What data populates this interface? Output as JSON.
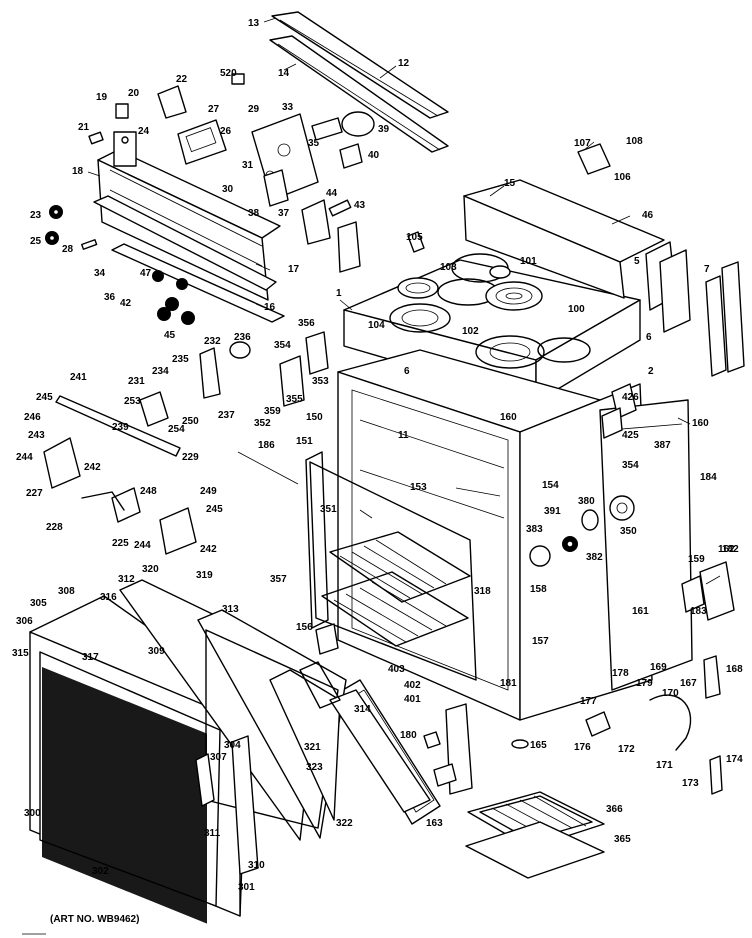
{
  "art_number": "(ART NO. WB9462)",
  "part_labels": [
    "13",
    "12",
    "14",
    "520",
    "22",
    "19",
    "20",
    "27",
    "24",
    "26",
    "29",
    "33",
    "35",
    "39",
    "40",
    "21",
    "107",
    "108",
    "106",
    "15",
    "18",
    "31",
    "30",
    "38",
    "37",
    "44",
    "43",
    "46",
    "23",
    "25",
    "28",
    "105",
    "101",
    "17",
    "103",
    "34",
    "47",
    "36",
    "42",
    "16",
    "45",
    "104",
    "100",
    "102",
    "1",
    "7",
    "5",
    "6",
    "356",
    "236",
    "232",
    "354",
    "235",
    "353",
    "355",
    "2",
    "6",
    "234",
    "231",
    "237",
    "352",
    "359",
    "426",
    "425",
    "160",
    "241",
    "253",
    "245",
    "246",
    "239",
    "250",
    "254",
    "243",
    "229",
    "151",
    "150",
    "11",
    "387",
    "184",
    "351",
    "244",
    "242",
    "186",
    "248",
    "249",
    "227",
    "225",
    "228",
    "245",
    "244",
    "242",
    "153",
    "154",
    "354",
    "380",
    "391",
    "350",
    "159",
    "383",
    "382",
    "320",
    "319",
    "357",
    "158",
    "182",
    "312",
    "316",
    "313",
    "309",
    "305",
    "306",
    "317",
    "308",
    "315",
    "318",
    "162",
    "183",
    "161",
    "156",
    "157",
    "403",
    "402",
    "401",
    "181",
    "178",
    "179",
    "169",
    "170",
    "167",
    "168",
    "177",
    "180",
    "165",
    "176",
    "172",
    "171",
    "174",
    "173",
    "314",
    "321",
    "323",
    "322",
    "163",
    "304",
    "307",
    "300",
    "311",
    "310",
    "301",
    "302",
    "366",
    "365",
    "160"
  ]
}
